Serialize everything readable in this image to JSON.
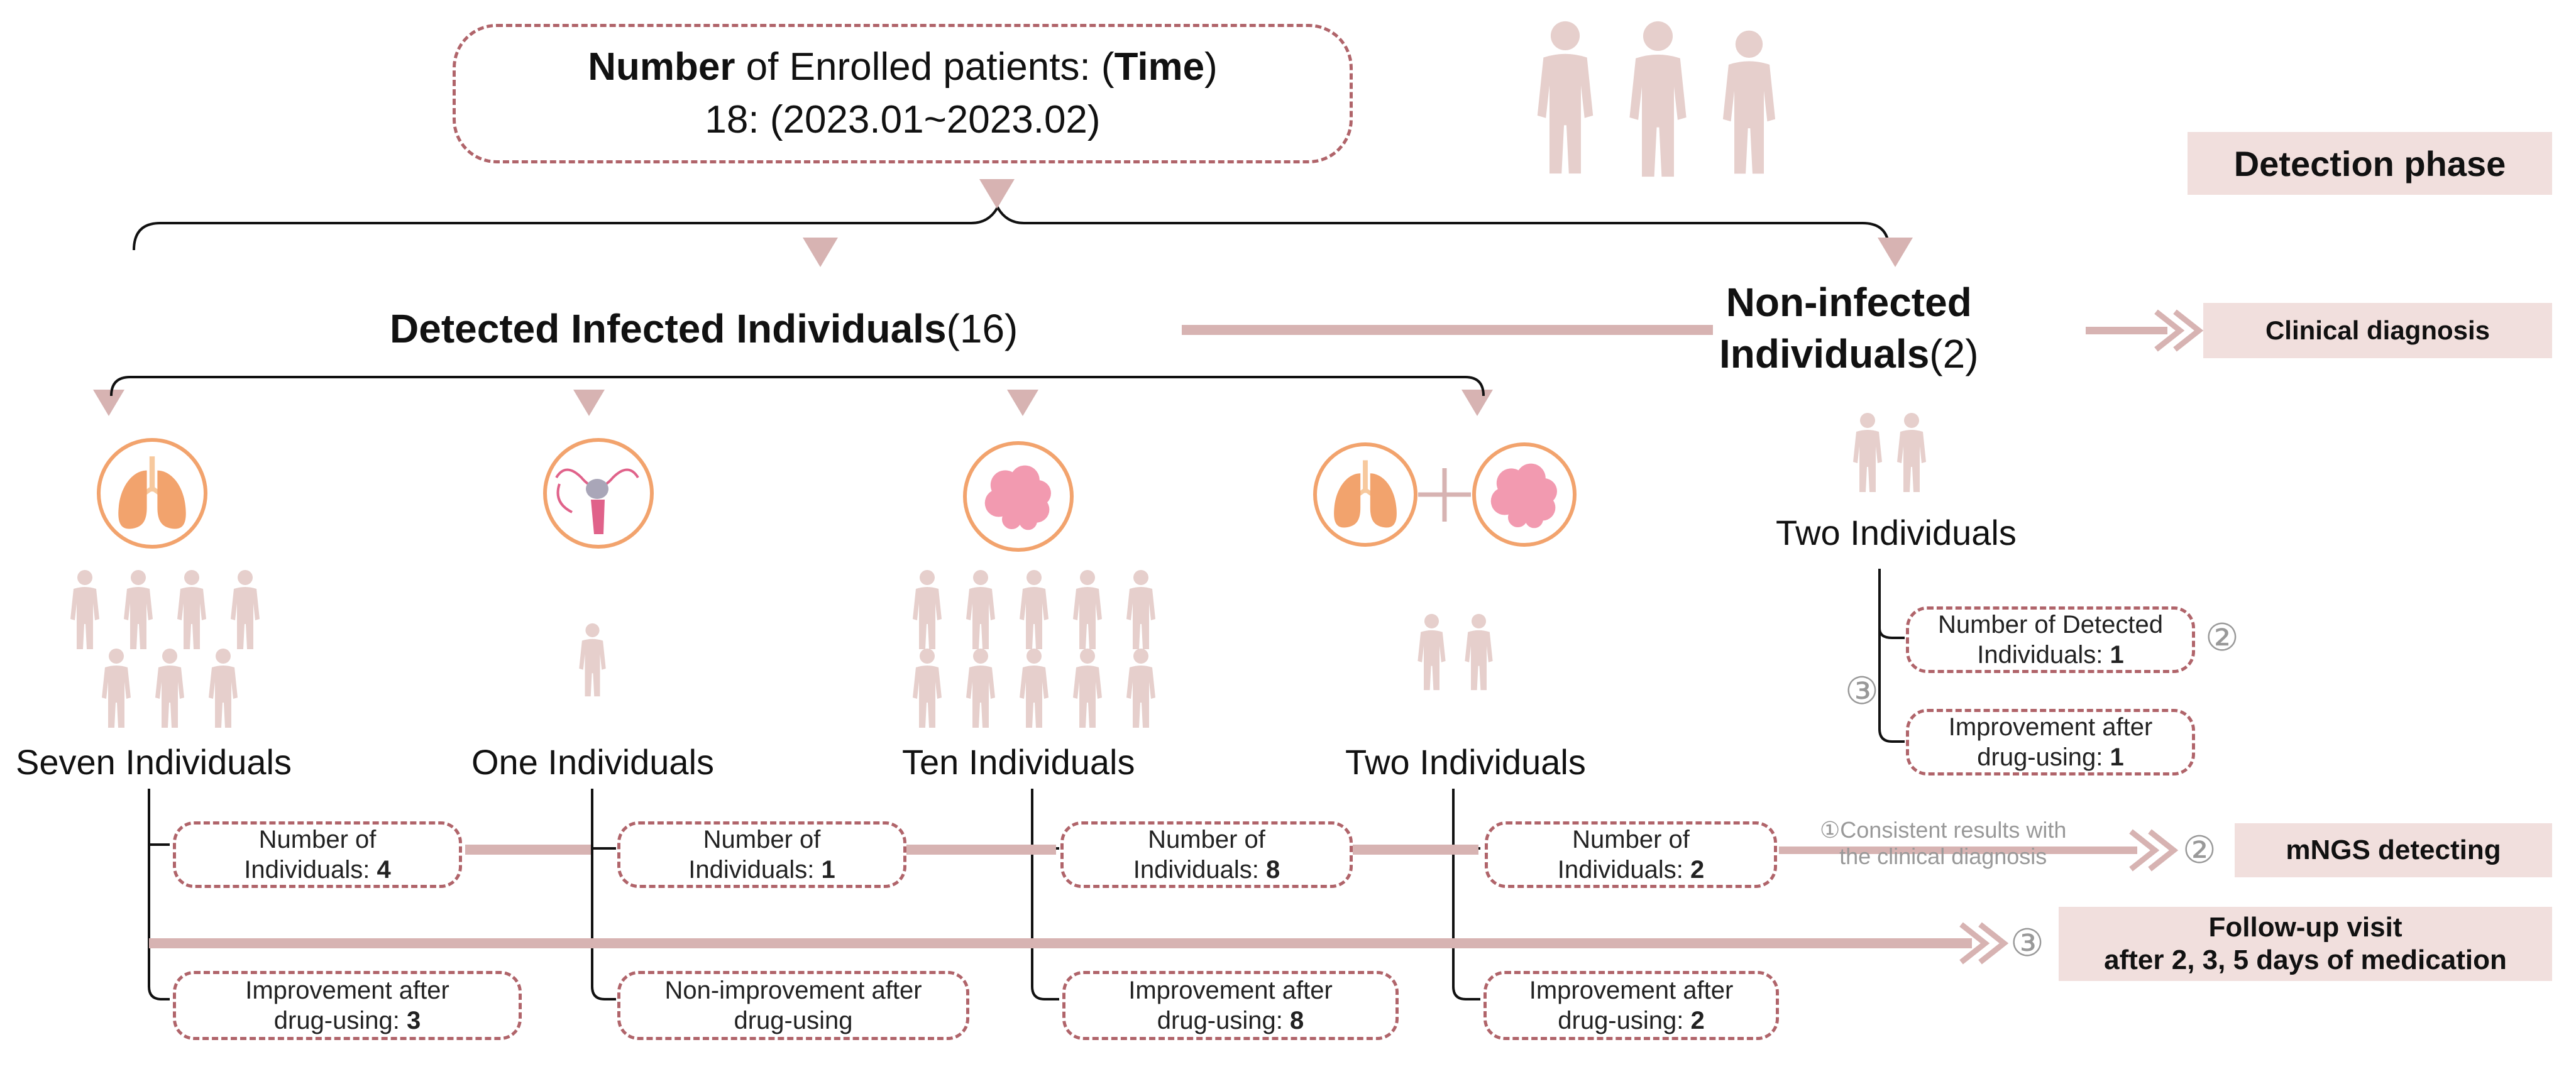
{
  "top_box": {
    "line1_bold": "Number",
    "line1_mid": " of Enrolled patients: (",
    "line1_bold2": "Time",
    "line1_end": ")",
    "line2": "18: (2023.01~2023.02)"
  },
  "phase_label": "Detection phase",
  "infected": {
    "bold": "Detected Infected Individuals",
    "count": "(16)"
  },
  "noninfected": {
    "line1": "Non-infected",
    "line2_bold": "Individuals",
    "count": "(2)"
  },
  "clinical_label": "Clinical diagnosis",
  "groups": [
    {
      "label": "Seven Individuals",
      "count_box": {
        "line1": "Number of",
        "line2": "Individuals: ",
        "value": "4"
      },
      "outcome_box": {
        "line1": "Improvement after",
        "line2": "drug-using: ",
        "value": "3"
      }
    },
    {
      "label": "One Individuals",
      "count_box": {
        "line1": "Number of",
        "line2": "Individuals: ",
        "value": "1"
      },
      "outcome_box": {
        "line1": "Non-improvement after",
        "line2": "drug-using",
        "value": ""
      }
    },
    {
      "label": "Ten Individuals",
      "count_box": {
        "line1": "Number of",
        "line2": "Individuals: ",
        "value": "8"
      },
      "outcome_box": {
        "line1": "Improvement after",
        "line2": "drug-using: ",
        "value": "8"
      }
    },
    {
      "label": "Two Individuals",
      "count_box": {
        "line1": "Number of",
        "line2": "Individuals: ",
        "value": "2"
      },
      "outcome_box": {
        "line1": "Improvement after",
        "line2": "drug-using: ",
        "value": "2"
      }
    }
  ],
  "noninfected_group": {
    "label": "Two Individuals",
    "detected_box": {
      "line1": "Number of Detected",
      "line2": "Individuals: ",
      "value": "1"
    },
    "improve_box": {
      "line1": "Improvement after",
      "line2": "drug-using: ",
      "value": "1"
    }
  },
  "consistent_note": {
    "line1": "①Consistent results with",
    "line2": "the clinical diagnosis"
  },
  "mngs_label": "mNGS detecting",
  "followup": {
    "line1": "Follow-up visit",
    "line2": "after 2, 3, 5 days of medication"
  },
  "circled": {
    "two": "②",
    "three": "③"
  },
  "colors": {
    "accent": "#d7b3b2",
    "box_border": "#b0646a",
    "tag_bg": "#f1dfdd",
    "organ": "#f2a36d"
  },
  "icons": [
    "person-icon",
    "lungs-icon",
    "uterus-icon",
    "brain-icon"
  ]
}
